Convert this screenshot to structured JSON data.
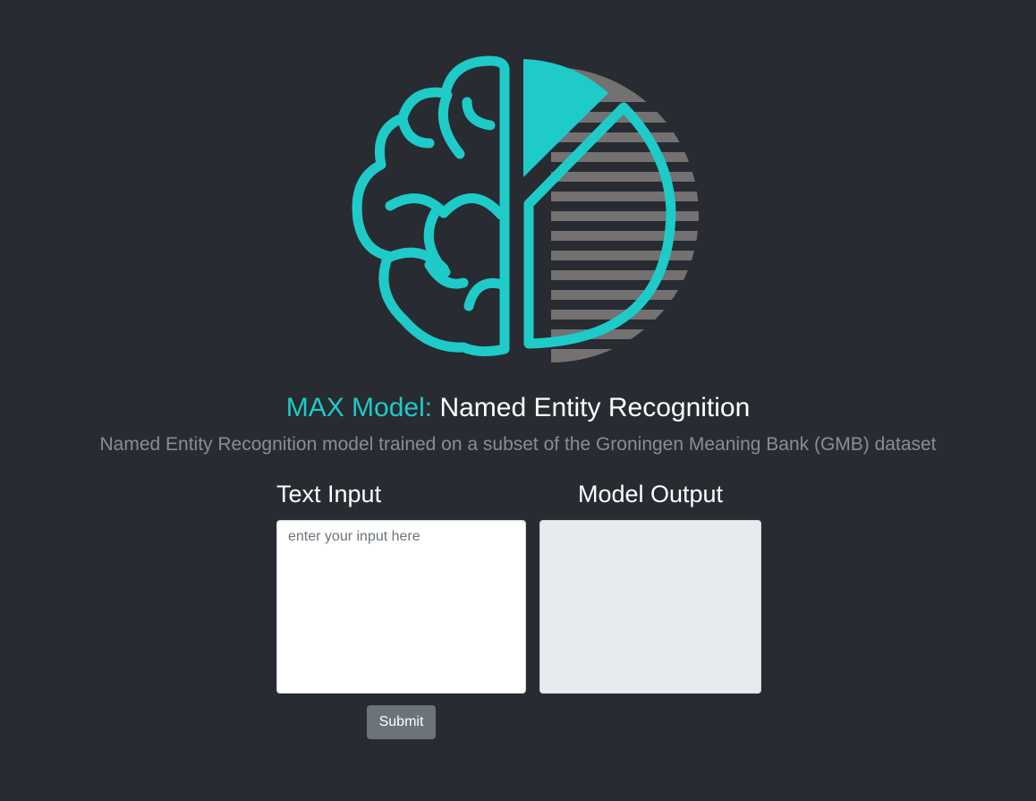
{
  "header": {
    "title_prefix": "MAX Model: ",
    "title_name": "Named Entity Recognition",
    "subtitle": "Named Entity Recognition model trained on a subset of the Groningen Meaning Bank (GMB) dataset"
  },
  "input_panel": {
    "label": "Text Input",
    "value": "",
    "placeholder": "enter your input here"
  },
  "output_panel": {
    "label": "Model Output",
    "content": ""
  },
  "actions": {
    "submit_label": "Submit"
  },
  "logo": {
    "icon": "brain-pie-chart-logo"
  },
  "colors": {
    "background": "#282b31",
    "accent": "#1ecbc8",
    "stripes": "#737171",
    "subtitle": "#8a8d92",
    "button": "#6b737b",
    "output_bg": "#e8ebee"
  }
}
